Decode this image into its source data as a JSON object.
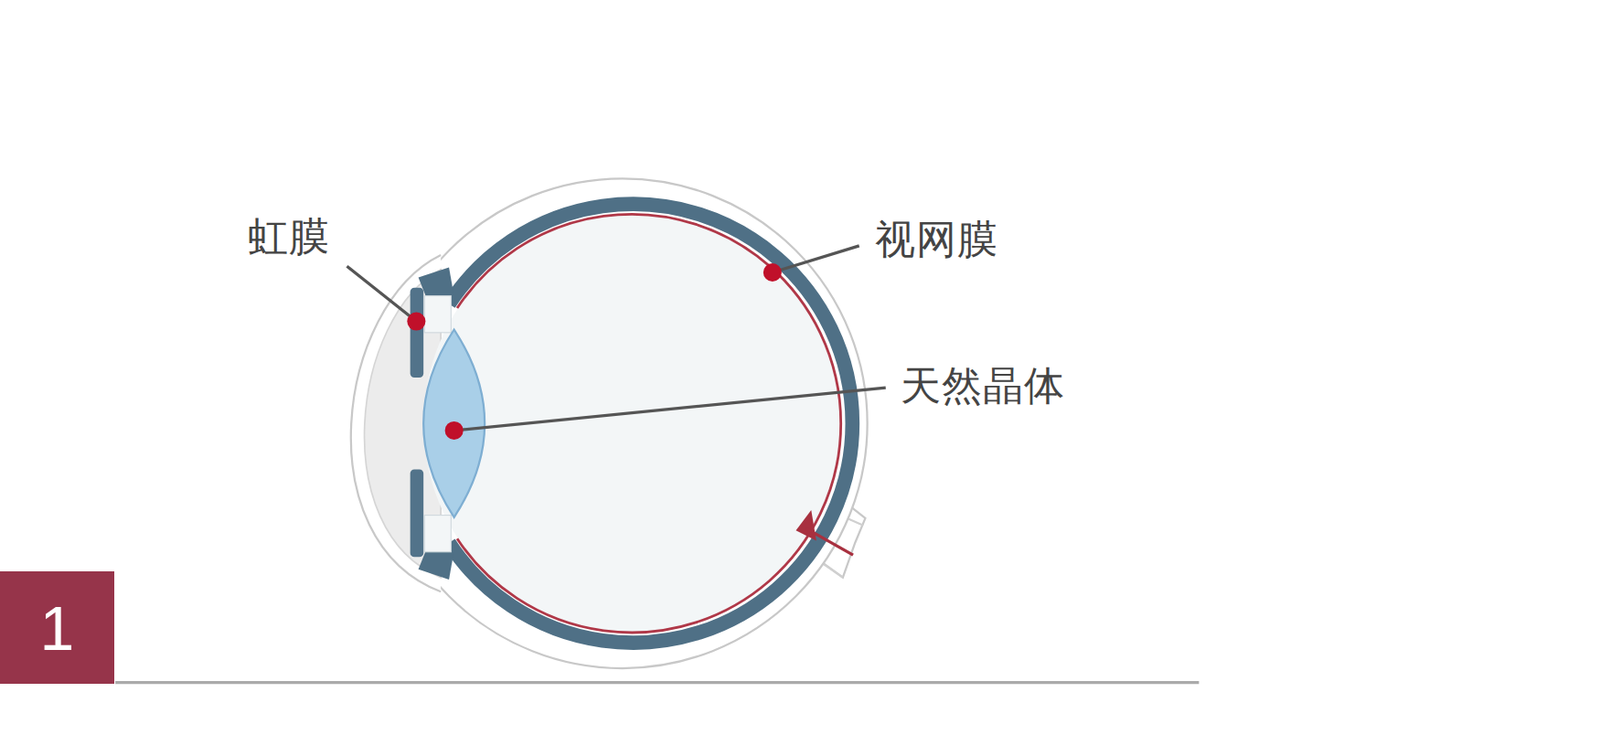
{
  "diagram": {
    "nodes": [
      {
        "text": [
          "1"
        ]
      }
    ],
    "labels": [
      "虹膜",
      "视网膜",
      "天然晶体"
    ]
  }
}
